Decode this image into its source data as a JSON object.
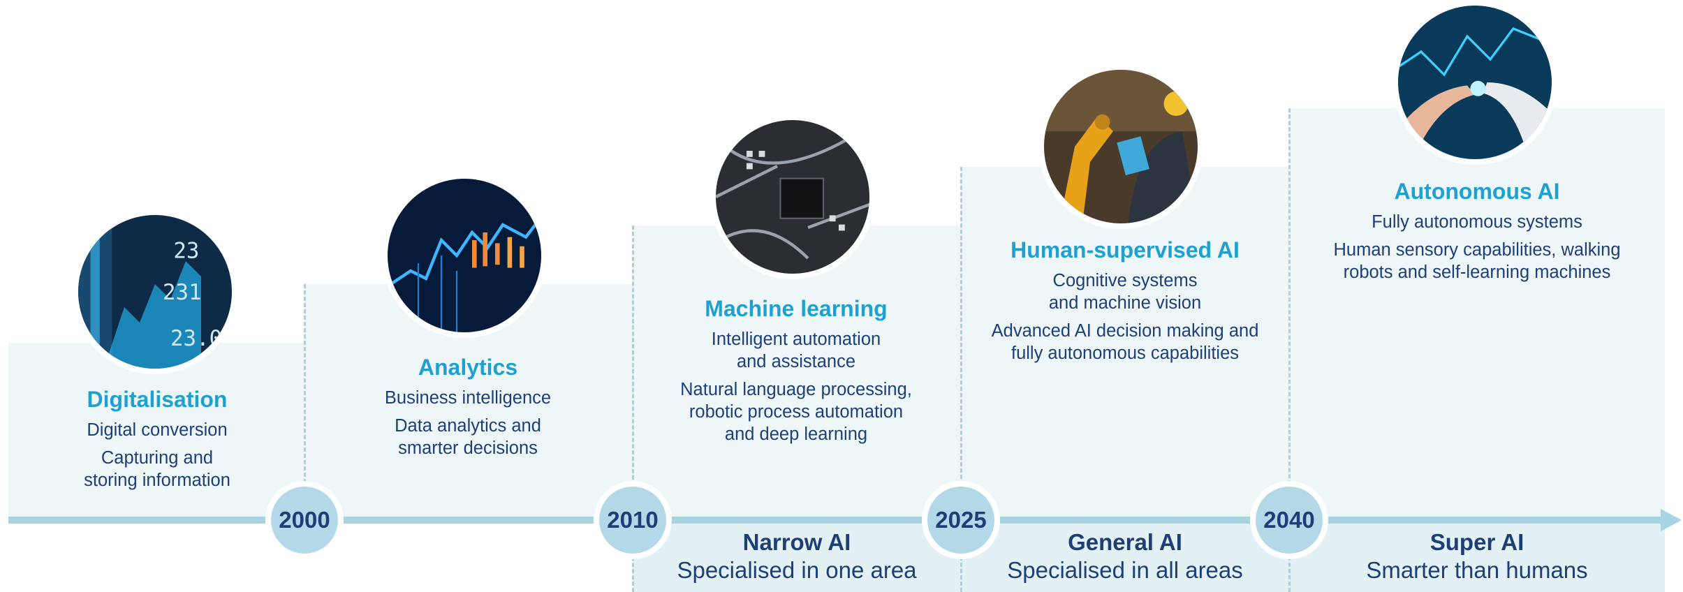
{
  "stages": [
    {
      "title": "Digitalisation",
      "lines": [
        "Digital conversion",
        "Capturing and\nstoring information"
      ],
      "image": "stock-market-screens-photo"
    },
    {
      "title": "Analytics",
      "lines": [
        "Business intelligence",
        "Data analytics and\nsmarter decisions"
      ],
      "image": "data-chart-photo"
    },
    {
      "title": "Machine learning",
      "lines": [
        "Intelligent automation\nand assistance",
        "Natural language processing,\nrobotic process automation\nand deep learning"
      ],
      "image": "circuit-chip-photo"
    },
    {
      "title": "Human-supervised AI",
      "lines": [
        "Cognitive systems\nand machine vision",
        "Advanced AI decision making and\nfully autonomous capabilities"
      ],
      "image": "robot-arm-tablet-photo"
    },
    {
      "title": "Autonomous AI",
      "lines": [
        "Fully autonomous systems",
        "Human sensory capabilities, walking\nrobots and self-learning machines"
      ],
      "image": "human-robot-hand-photo"
    }
  ],
  "years": [
    "2000",
    "2010",
    "2025",
    "2040"
  ],
  "eras": [
    {
      "name": "Narrow AI",
      "description": "Specialised in one area"
    },
    {
      "name": "General AI",
      "description": "Specialised in all areas"
    },
    {
      "name": "Super AI",
      "description": "Smarter than humans"
    }
  ],
  "colors": {
    "title": "#1fa0cf",
    "text": "#1c3f78",
    "step_fill": "#eef6f8",
    "band_fill": "#e3f0f4",
    "axis": "#a8d3e2",
    "year_circle": "#b3d9e8"
  }
}
